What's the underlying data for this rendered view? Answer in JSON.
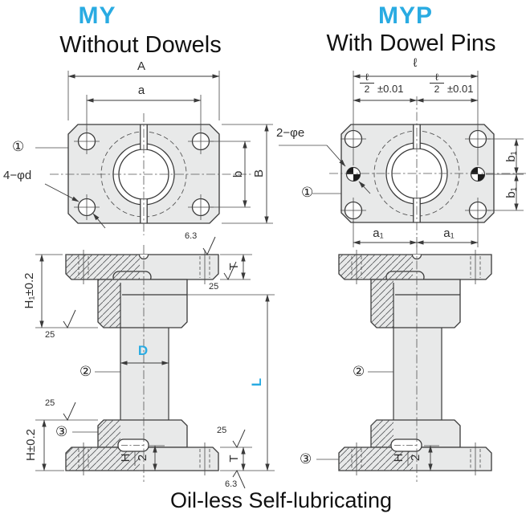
{
  "header": {
    "left_model": "MY",
    "left_subtitle": "Without Dowels",
    "right_model": "MYP",
    "right_subtitle": "With Dowel Pins"
  },
  "caption": "Oil-less Self-lubricating",
  "colors": {
    "accent": "#29abe2",
    "line": "#3a3a3a",
    "part_fill": "#e8e9e9"
  },
  "top_left_view": {
    "dim_A": "A",
    "dim_a": "a",
    "dim_b": "b",
    "dim_B": "B",
    "holes_label": "4−φd",
    "part_1": "①"
  },
  "top_right_view": {
    "dim_total_length": "ℓ",
    "frac_num": "ℓ",
    "frac_den": "2",
    "frac_tol": "±0.01",
    "pins_label": "2−φe",
    "part_1": "①",
    "dim_b1": "b₁",
    "dim_a1": "a₁"
  },
  "section_left": {
    "dim_H1": "H₁±0.2",
    "dim_T": "T",
    "dim_D": "D",
    "dim_L": "L",
    "dim_H_tol": "H±0.2",
    "frac_H_num": "H",
    "frac_H_den": "2",
    "part_2": "②",
    "part_3": "③",
    "finish_fine": "6.3",
    "finish_coarse": "25"
  },
  "section_right": {
    "part_2": "②",
    "part_3": "③",
    "frac_H_num": "H",
    "frac_H_den": "2"
  }
}
